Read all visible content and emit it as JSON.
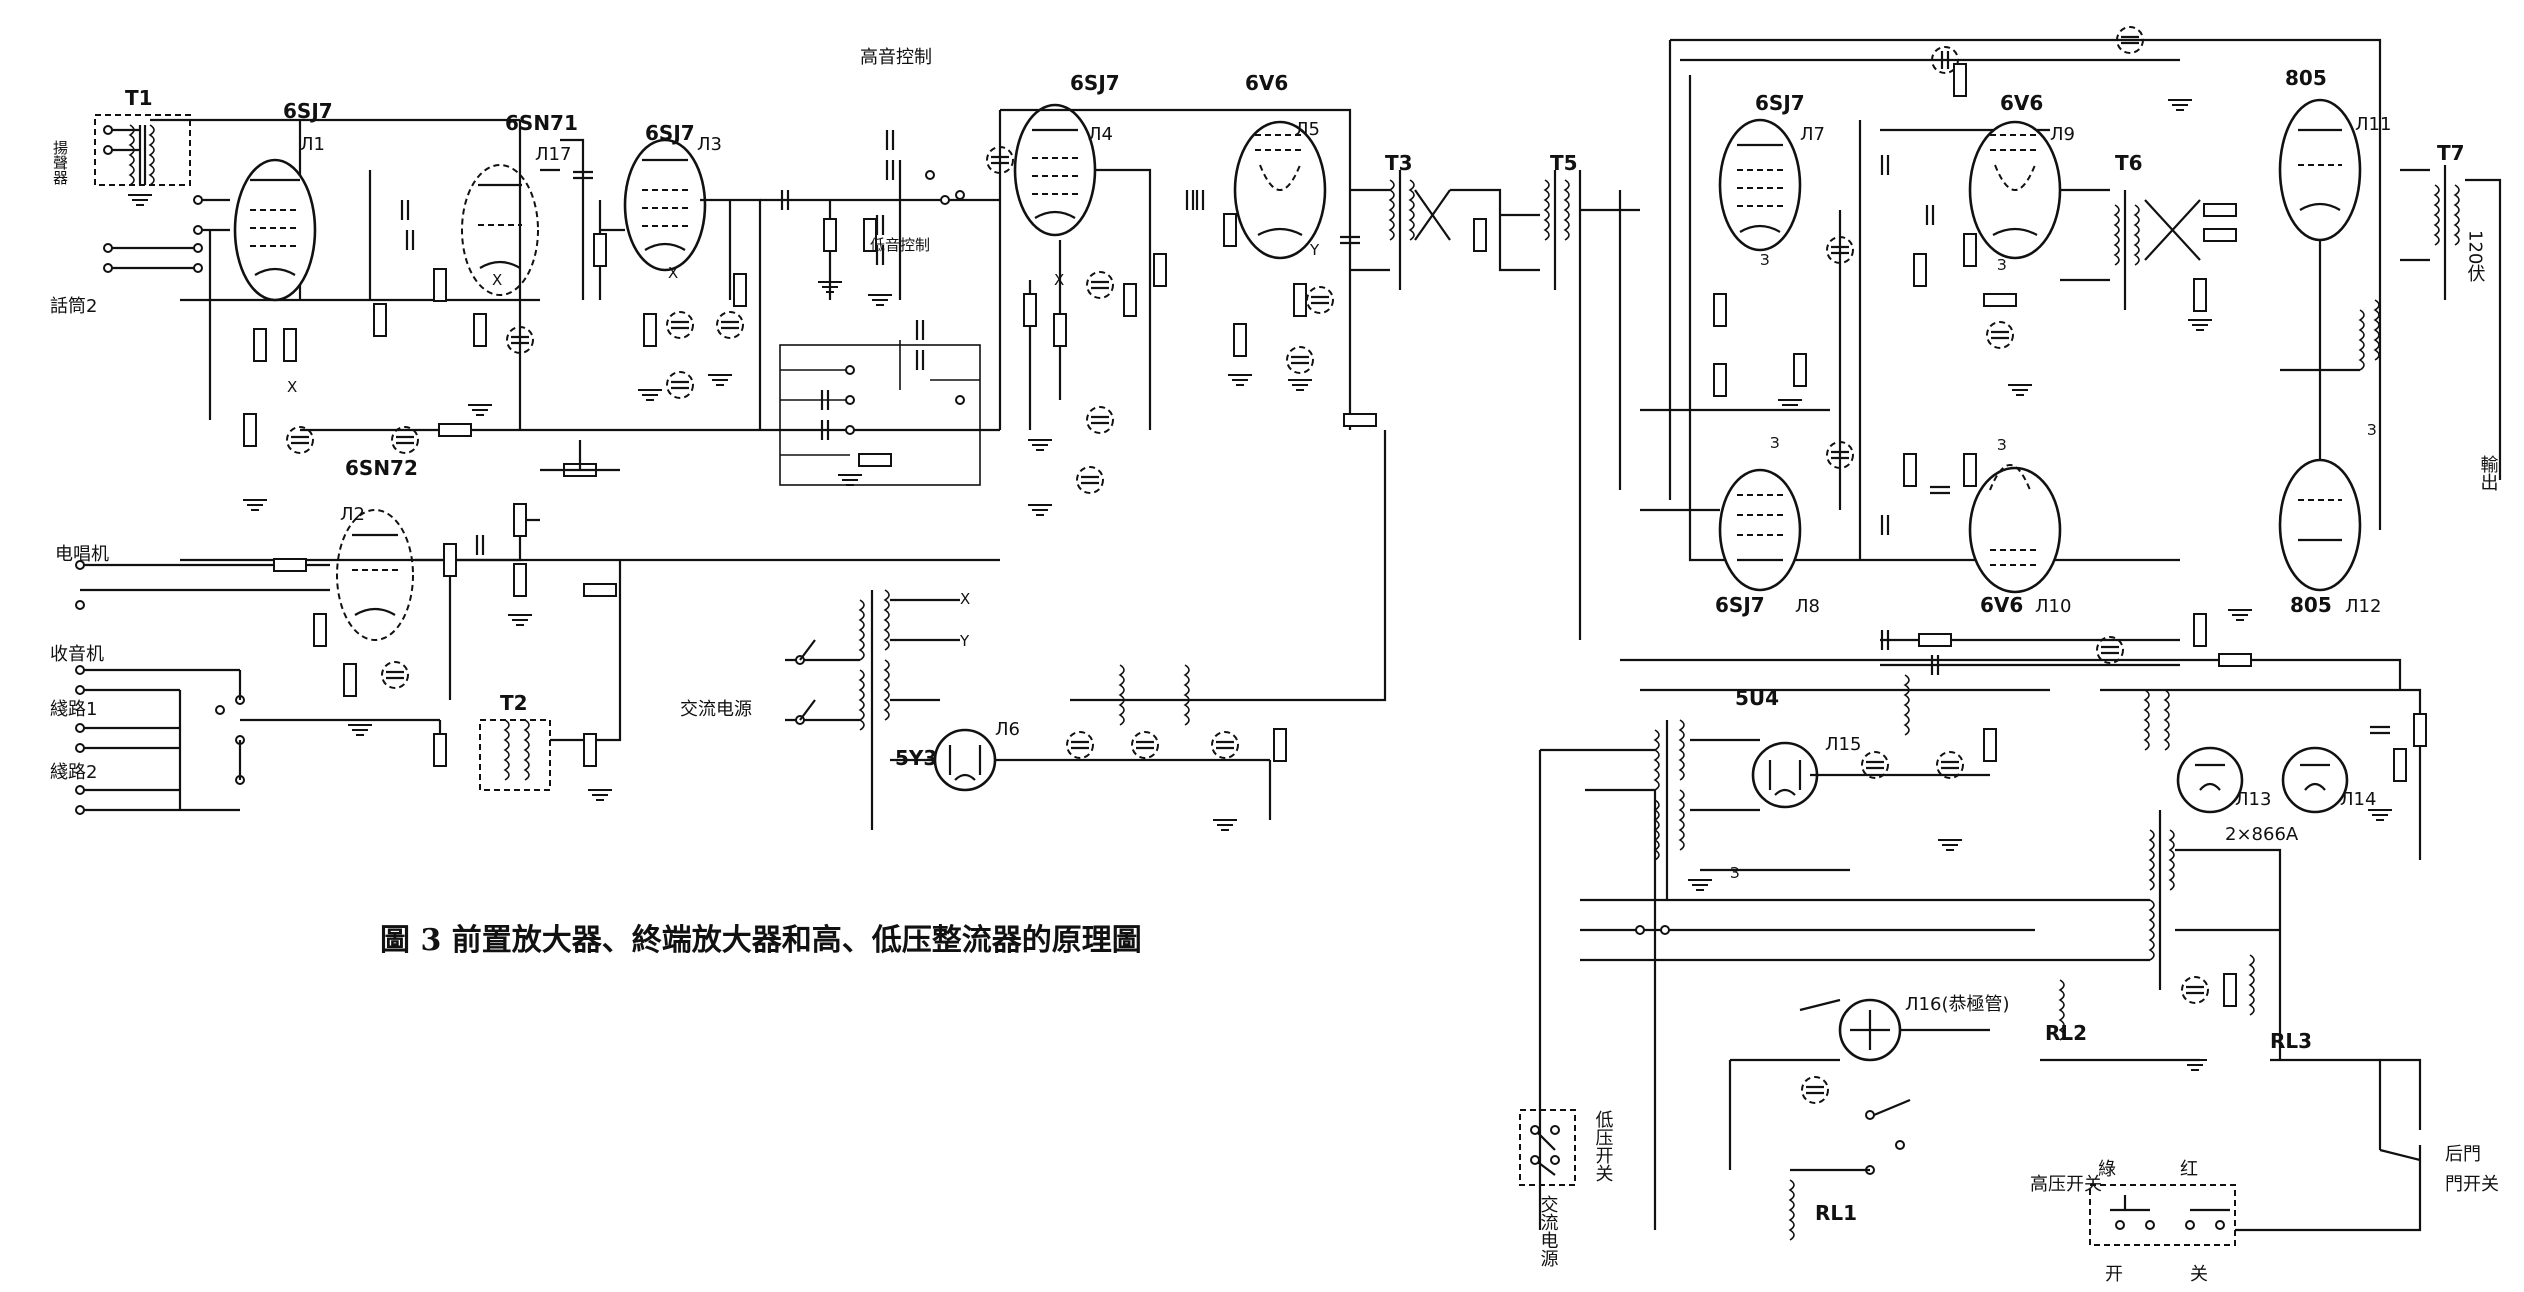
{
  "caption": "圖 3   前置放大器、終端放大器和高、低压整流器的原理圖",
  "tubes": {
    "l1": "6SJ7",
    "l1_ref": "Л1",
    "l17": "6SN71",
    "l17_ref": "Л17",
    "l2": "6SN72",
    "l2_ref": "Л2",
    "l3": "6SJ7",
    "l3_ref": "Л3",
    "l4": "6SJ7",
    "l4_ref": "Л4",
    "l5": "6V6",
    "l5_ref": "Л5",
    "l6": "5Y3",
    "l6_ref": "Л6",
    "l7": "6SJ7",
    "l7_ref": "Л7",
    "l8": "6SJ7",
    "l8_ref": "Л8",
    "l9": "6V6",
    "l9_ref": "Л9",
    "l10": "6V6",
    "l10_ref": "Л10",
    "l11": "805",
    "l11_ref": "Л11",
    "l12": "805",
    "l12_ref": "Л12",
    "l13_ref": "Л13",
    "l14_ref": "Л14",
    "l13_14": "2×866A",
    "l15": "5U4",
    "l15_ref": "Л15",
    "l16_ref": "Л16(恭極管)"
  },
  "transformers": {
    "t1": "T1",
    "t2": "T2",
    "t3": "T3",
    "t5": "T5",
    "t6": "T6",
    "t7": "T7"
  },
  "relays": {
    "rl1": "RL1",
    "rl2": "RL2",
    "rl3": "RL3"
  },
  "inputs": {
    "speaker": "揚聲器",
    "mic2": "話筒2",
    "phono": "电唱机",
    "radio": "收音机",
    "line1": "綫路1",
    "line2": "綫路2"
  },
  "labels": {
    "treble": "高音控制",
    "bass": "低音控制",
    "ac_source": "交流电源",
    "ac_source_v": "交流电源",
    "lv_switch": "低压开关",
    "hv_switch": "高压开关",
    "output": "輸出",
    "v120": "120伏",
    "green": "綠",
    "red": "红",
    "on": "开",
    "off": "关",
    "rear_door": "后門",
    "door_switch": "門开关",
    "x": "X",
    "y": "Y",
    "z": "З"
  }
}
